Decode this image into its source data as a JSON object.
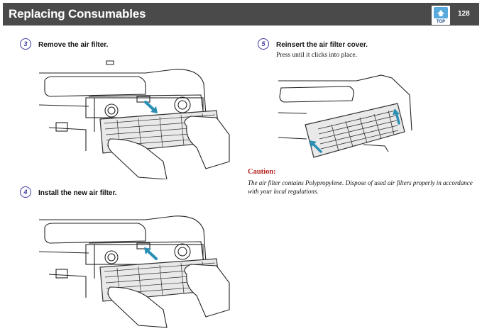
{
  "header": {
    "title": "Replacing Consumables",
    "top_button_label": "TOP",
    "page_number": "128"
  },
  "steps": [
    {
      "number": "3",
      "label": "Remove the air filter."
    },
    {
      "number": "4",
      "label": "Install the new air filter."
    },
    {
      "number": "5",
      "label": "Reinsert the air filter cover.",
      "text": "Press until it clicks into place."
    }
  ],
  "caution": {
    "title": "Caution:",
    "text": "The air filter contains Polypropylene. Dispose of used air filters properly in accordance with your local regulations."
  },
  "colors": {
    "header_bg": "#4a4a4a",
    "step_circle": "#3a3aa0",
    "caution_title": "#b2231f",
    "arrow": "#2a8fb3"
  }
}
